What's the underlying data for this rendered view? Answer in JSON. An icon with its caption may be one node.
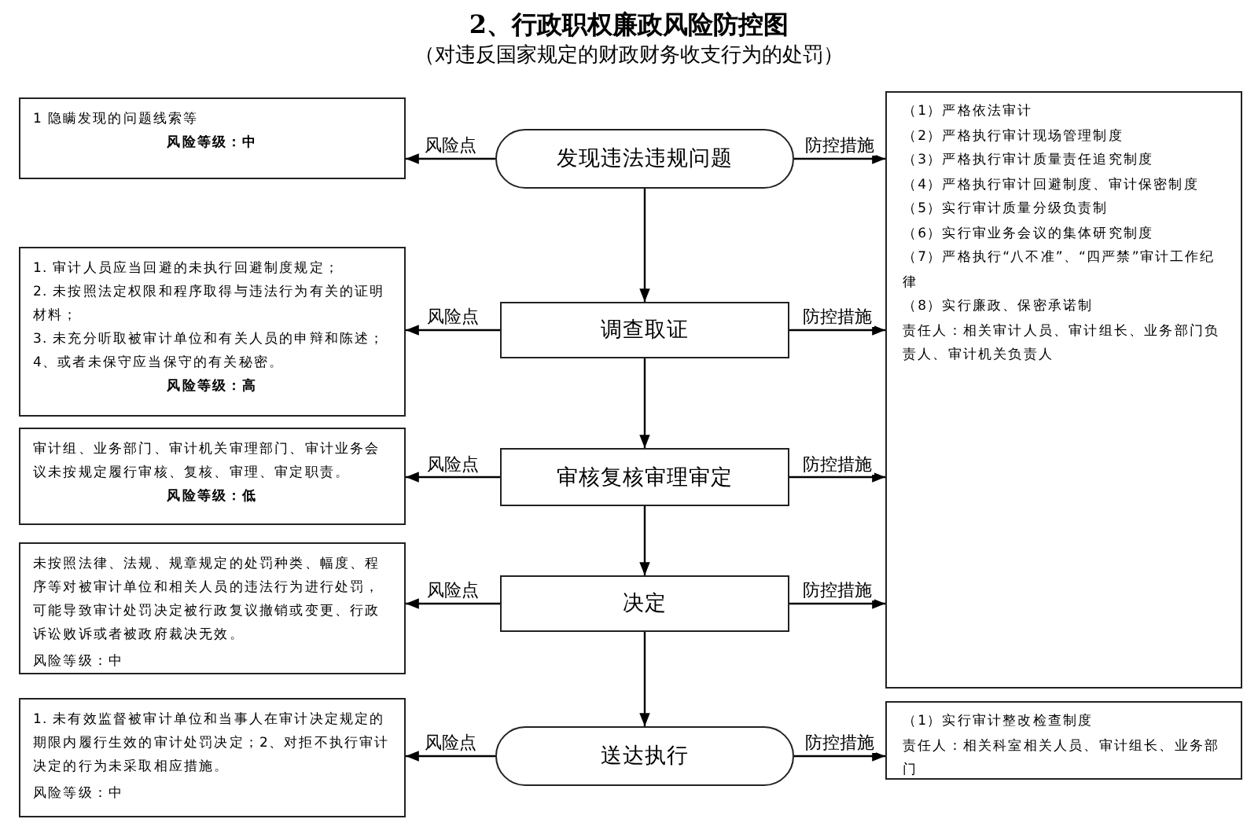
{
  "diagram": {
    "title": "2、行政职权廉政风险防控图",
    "nodes": [
      {
        "text": [
          "1 隐瞒发现的问题线索等",
          "风险等级：中"
        ]
      },
      {
        "text": [
          "发现违法违规问题"
        ]
      },
      {
        "text": [
          "（1）严格依法审计",
          "（2）严格执行审计现场管理制度",
          "（3）严格执行审计质量责任追究制度",
          "（4）严格执行审计回避制度、审计保密制度",
          "（5）实行审计质量分级负责制",
          "（6）实行审业务会议的集体研究制度",
          "（7）严格执行“八不准”、“四严禁”审计工作纪律",
          "（8）实行廉政、保密承诺制",
          "责任人：相关审计人员、审计组长、业务部门负责人、审计机关负责人"
        ]
      },
      {
        "text": [
          "1. 审计人员应当回避的未执行回避制度规定；",
          "2. 未按照法定权限和程序取得与违法行为有关的证明材料；",
          "3. 未充分听取被审计单位和有关人员的申辩和陈述；",
          "4、或者未保守应当保守的有关秘密。",
          "风险等级：高"
        ]
      },
      {
        "text": [
          "调查取证"
        ]
      },
      {
        "text": [
          "审计组、业务部门、审计机关审理部门、审计业务会议未按规定履行审核、复核、审理、审定职责。",
          "风险等级：低"
        ]
      },
      {
        "text": [
          "审核复核审理审定"
        ]
      },
      {
        "text": [
          "未按照法律、法规、规章规定的处罚种类、幅度、程序等对被审计单位和相关人员的违法行为进行处罚，可能导致审计处罚决定被行政复议撤销或变更、行政诉讼败诉或者被政府裁决无效。",
          "风险等级：中"
        ]
      },
      {
        "text": [
          "决定"
        ]
      },
      {
        "text": [
          "1. 未有效监督被审计单位和当事人在审计决定规定的期限内履行生效的审计处罚决定；2、对拒不执行审计决定的行为未采取相应措施。",
          "风险等级：中"
        ]
      },
      {
        "text": [
          "送达执行"
        ]
      },
      {
        "text": [
          "（1）实行审计整改检查制度",
          "责任人：相关科室相关人员、审计组长、业务部门"
        ]
      }
    ],
    "edges": [
      {
        "from": 1,
        "to": 0,
        "arrow": "to",
        "label": "风险点"
      },
      {
        "from": 1,
        "to": 2,
        "arrow": "to",
        "label": "防控措施"
      },
      {
        "from": 1,
        "to": 4,
        "arrow": "to"
      },
      {
        "from": 4,
        "to": 3,
        "arrow": "to",
        "label": "风险点"
      },
      {
        "from": 4,
        "to": 2,
        "arrow": "to",
        "label": "防控措施"
      },
      {
        "from": 4,
        "to": 6,
        "arrow": "to"
      },
      {
        "from": 6,
        "to": 5,
        "arrow": "to",
        "label": "风险点"
      },
      {
        "from": 6,
        "to": 2,
        "arrow": "to",
        "label": "防控措施"
      },
      {
        "from": 6,
        "to": 8,
        "arrow": "to"
      },
      {
        "from": 8,
        "to": 7,
        "arrow": "to",
        "label": "风险点"
      },
      {
        "from": 8,
        "to": 2,
        "arrow": "to",
        "label": "防控措施"
      },
      {
        "from": 8,
        "to": 10,
        "arrow": "to"
      },
      {
        "from": 10,
        "to": 9,
        "arrow": "to",
        "label": "风险点"
      },
      {
        "from": 10,
        "to": 11,
        "arrow": "to",
        "label": "防控措施"
      }
    ],
    "labels": [
      "（对违反国家规定的财政财务收支行为的处罚）"
    ]
  }
}
